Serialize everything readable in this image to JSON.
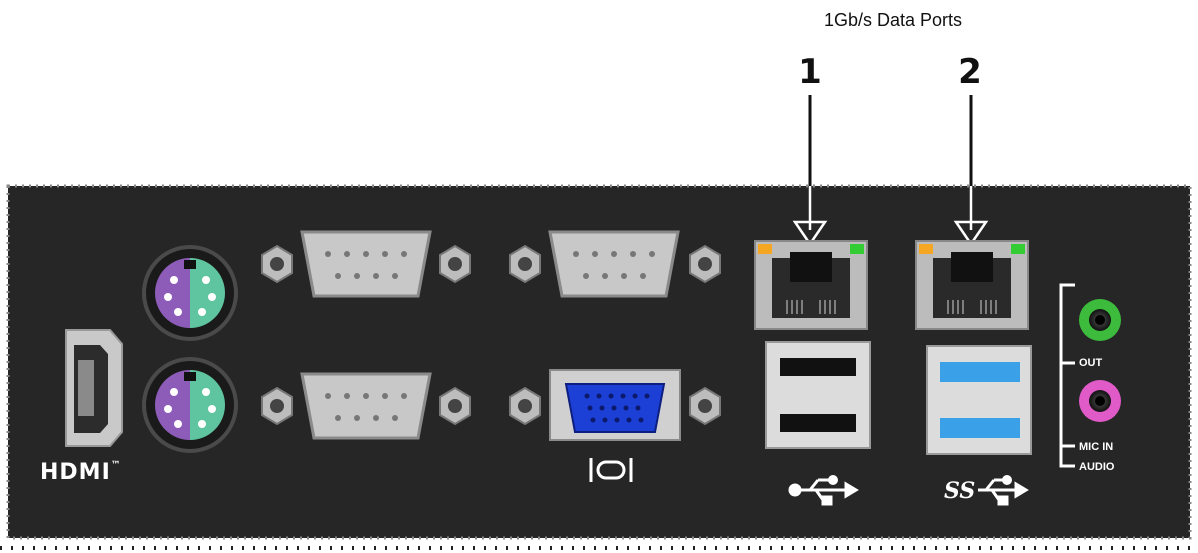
{
  "header": {
    "title": "1Gb/s Data Ports",
    "ports": [
      {
        "number": "1"
      },
      {
        "number": "2"
      }
    ]
  },
  "panel": {
    "hdmi_label": "HDMI",
    "hdmi_trademark": "™",
    "vga_symbol": "|O|",
    "audio_out_label": "OUT",
    "mic_in_label": "MIC IN",
    "audio_label": "AUDIO",
    "usb2_symbol": "USB",
    "usb3_symbol": "SS"
  },
  "colors": {
    "panel": "#262626",
    "ps2_keyboard": "#8c5cb8",
    "ps2_mouse": "#5fc4a0",
    "serial_port": "#c8c8c8",
    "vga_blue": "#1c3fd6",
    "led_orange": "#f5a623",
    "led_green": "#33cc33",
    "usb3_blue": "#3aa0e8",
    "audio_out_green": "#3dbb3d",
    "mic_in_pink": "#e05ac8"
  },
  "icons": [
    "usb-icon",
    "usb3-superspeed-icon",
    "vga-icon",
    "hdmi-logo"
  ]
}
